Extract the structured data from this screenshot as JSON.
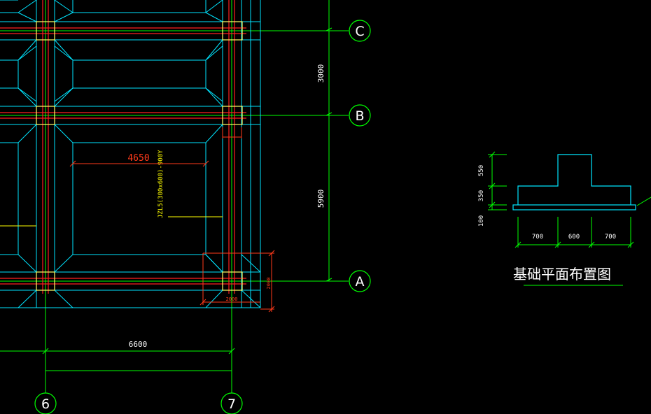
{
  "colors": {
    "background": "#000000",
    "axis_line": "#ff2020",
    "beam_outline": "#00e5ff",
    "grid_line": "#00ff00",
    "dimension": "#ff3a1a",
    "label_yellow": "#ffff00",
    "title": "#ffffff",
    "column": "#ffff66"
  },
  "grid_axes": {
    "rows": [
      "C",
      "B",
      "A"
    ],
    "columns": [
      "6",
      "7"
    ]
  },
  "dimensions": {
    "span_c_b": "3000",
    "span_b_a": "5900",
    "span_6_7": "6600",
    "slab_width": "4650",
    "footing_a": "2000",
    "footing_b": "2000"
  },
  "annotations": {
    "beam_label": "JZL5(300x600)-900Y"
  },
  "section_detail": {
    "heights": [
      "550",
      "350",
      "100"
    ],
    "widths": [
      "700",
      "600",
      "700"
    ],
    "title": "基础平面布置图"
  }
}
